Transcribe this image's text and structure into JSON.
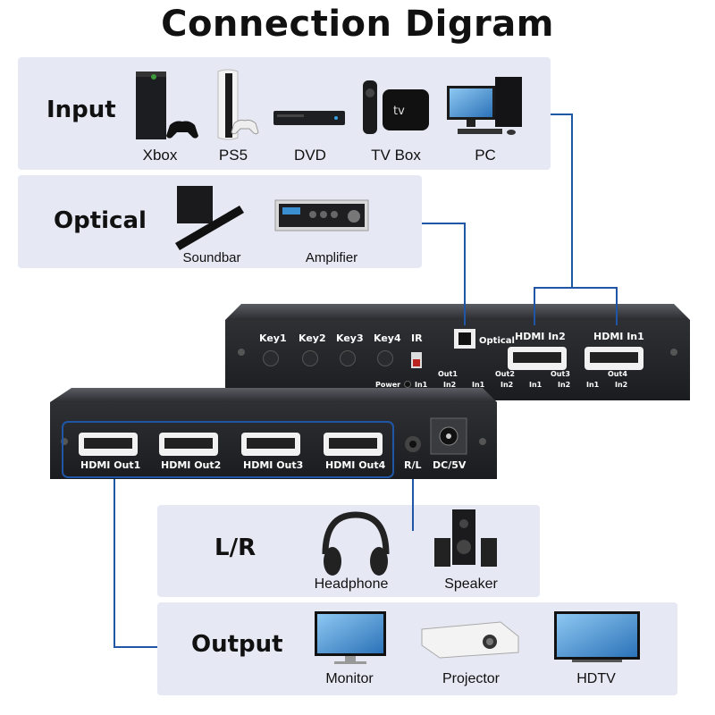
{
  "title": "Connection Digram",
  "sections": {
    "input": "Input",
    "optical": "Optical",
    "lr": "L/R",
    "output": "Output"
  },
  "devices": {
    "xbox": "Xbox",
    "ps5": "PS5",
    "dvd": "DVD",
    "tvbox": "TV Box",
    "pc": "PC",
    "soundbar": "Soundbar",
    "amplifier": "Amplifier",
    "headphone": "Headphone",
    "speaker": "Speaker",
    "monitor": "Monitor",
    "projector": "Projector",
    "hdtv": "HDTV"
  },
  "back_unit": {
    "keys": [
      "Key1",
      "Key2",
      "Key3",
      "Key4"
    ],
    "ir": "IR",
    "optical": "Optical",
    "hdmi_in2": "HDMI In2",
    "hdmi_in1": "HDMI In1",
    "power": "Power",
    "out_groups": [
      "Out1",
      "Out2",
      "Out3",
      "Out4"
    ],
    "in1": "In1",
    "in2": "In2"
  },
  "front_unit": {
    "outputs": [
      "HDMI Out1",
      "HDMI Out2",
      "HDMI Out3",
      "HDMI Out4"
    ],
    "rl": "R/L",
    "dc": "DC/5V"
  },
  "colors": {
    "panel": "#e6e8f3",
    "line": "#1f57a6",
    "device": "#2b2c30"
  }
}
